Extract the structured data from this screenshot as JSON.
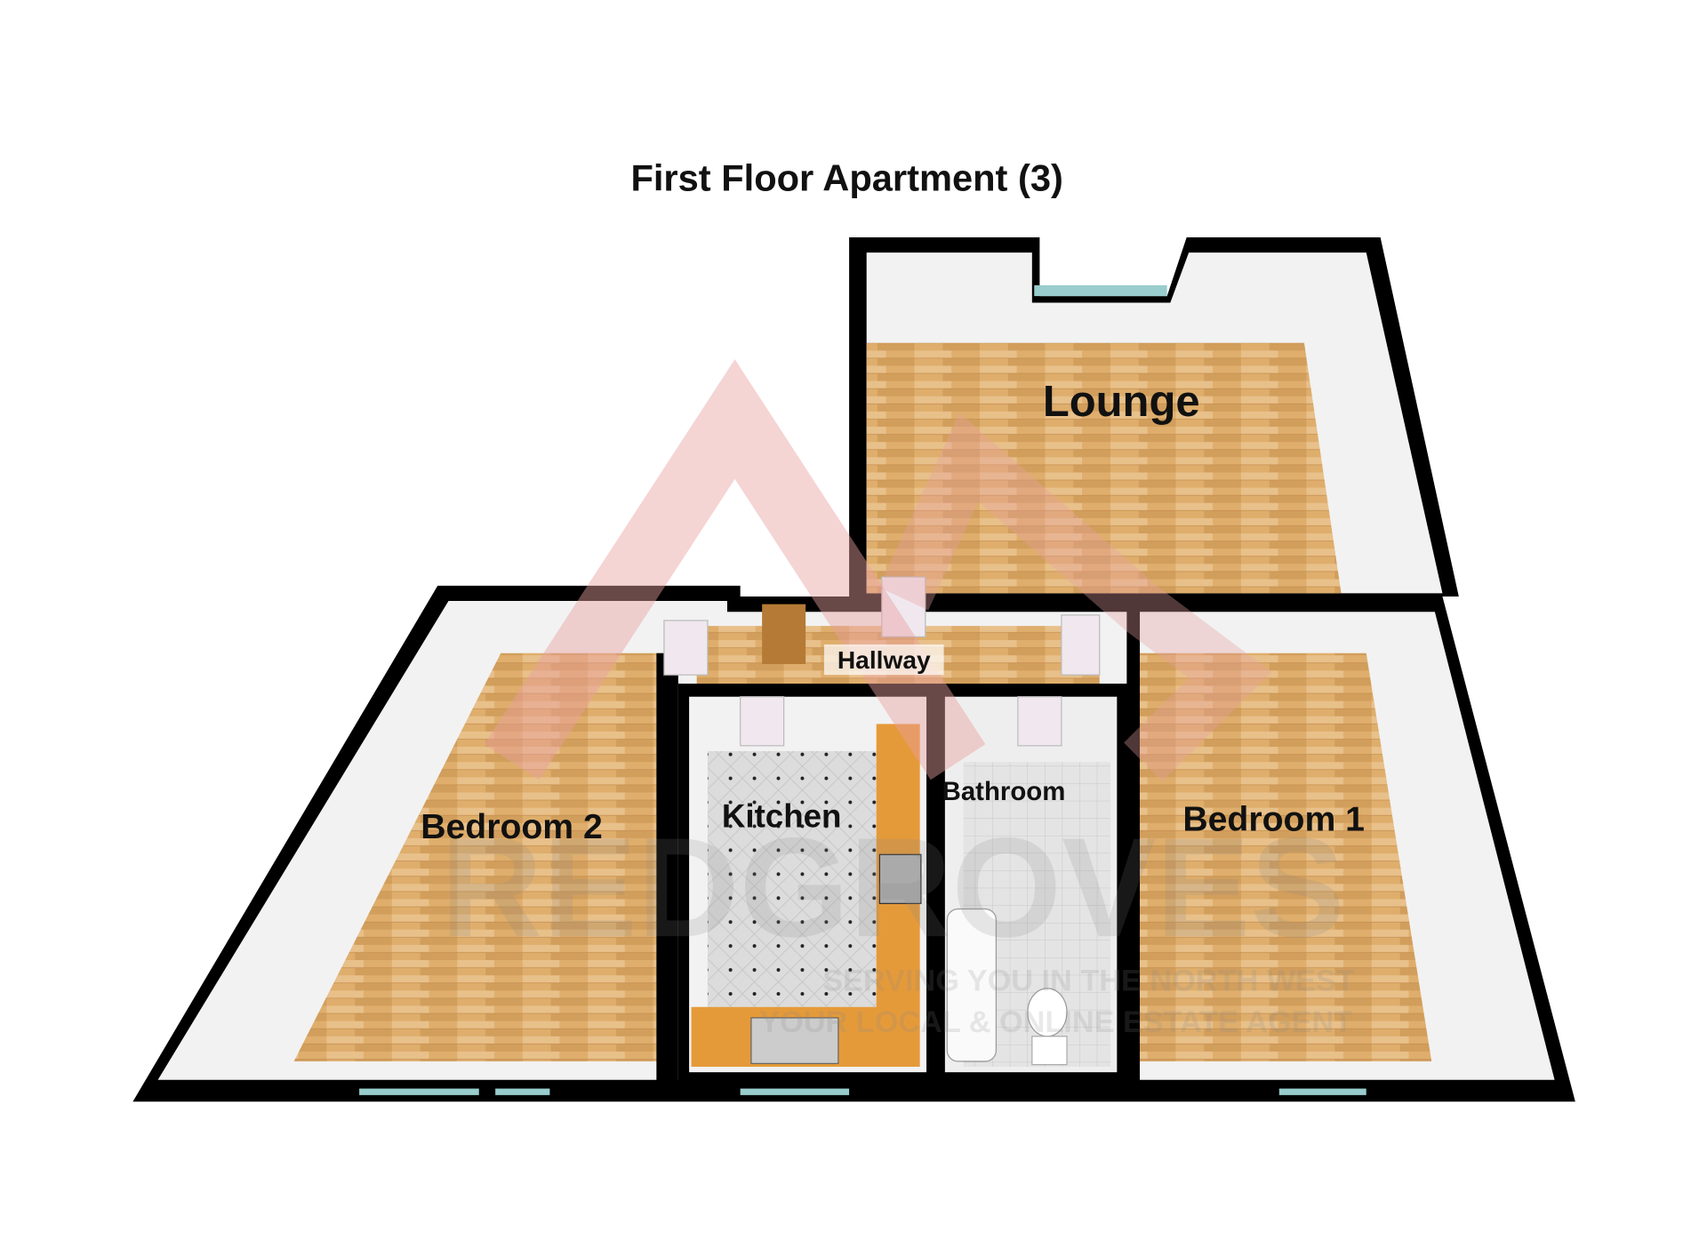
{
  "title": "First Floor Apartment (3)",
  "rooms": {
    "lounge": "Lounge",
    "hallway": "Hallway",
    "bedroom2": "Bedroom 2",
    "kitchen": "Kitchen",
    "bathroom": "Bathroom",
    "bedroom1": "Bedroom 1"
  },
  "watermark": {
    "logo": "REDGROVES",
    "line1": "SERVING YOU IN THE NORTH WEST",
    "line2": "YOUR LOCAL & ONLINE ESTATE AGENT"
  },
  "colors": {
    "wall": "#000000",
    "wood": "#e0b070",
    "tile": "#d8d8d8",
    "counter": "#e59a3a",
    "logo": "#e8a0a0"
  }
}
